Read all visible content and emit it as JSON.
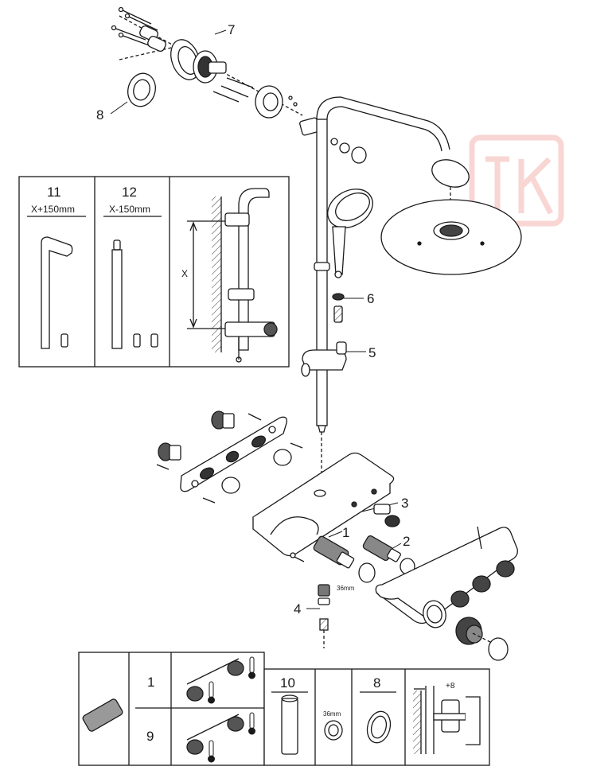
{
  "callouts": {
    "c1": "1",
    "c2": "2",
    "c3": "3",
    "c4": "4",
    "c5": "5",
    "c6": "6",
    "c7": "7",
    "c8": "8"
  },
  "inset_top": {
    "col1_number": "11",
    "col1_text": "X+150mm",
    "col2_number": "12",
    "col2_text": "X-150mm",
    "dimension_label": "X"
  },
  "wrench_size": "36mm",
  "inset_bottom": {
    "row1_number": "1",
    "row2_number": "9",
    "col_10_number": "10",
    "col_10_wrench": "36mm",
    "col_8_number": "8",
    "offset_label": "+8"
  },
  "colors": {
    "line": "#1a1a1a",
    "watermark": "#e04a3a"
  },
  "icons": [
    "hot-thermometer-icon",
    "cold-thermometer-icon",
    "watermark-logo"
  ]
}
